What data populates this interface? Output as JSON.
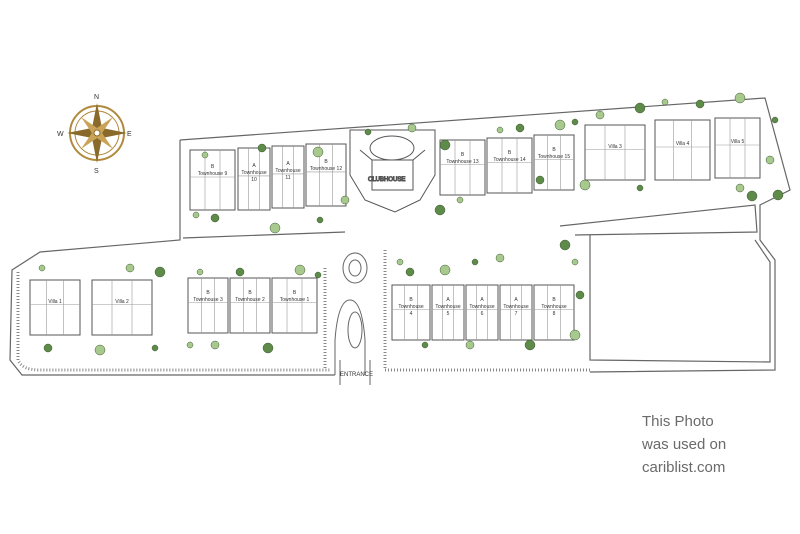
{
  "compass": {
    "n": "N",
    "s": "S",
    "e": "E",
    "w": "W"
  },
  "labels": {
    "clubhouse": "CLUBHOUSE",
    "entrance": "ENTRANCE"
  },
  "units": [
    {
      "id": "th9",
      "type": "B",
      "name": "Townhouse 9"
    },
    {
      "id": "th10",
      "type": "A",
      "name": "Townhouse",
      "num": "10"
    },
    {
      "id": "th11",
      "type": "A",
      "name": "Townhouse",
      "num": "11"
    },
    {
      "id": "th12",
      "type": "B",
      "name": "Townhouse 12"
    },
    {
      "id": "th13",
      "type": "B",
      "name": "Townhouse 13"
    },
    {
      "id": "th14",
      "type": "B",
      "name": "Townhouse 14"
    },
    {
      "id": "th15",
      "type": "B",
      "name": "Townhouse 15"
    },
    {
      "id": "v1",
      "name": "Villa 1"
    },
    {
      "id": "v2",
      "name": "Villa 2"
    },
    {
      "id": "v3",
      "name": "Villa 3"
    },
    {
      "id": "v4",
      "name": "Villa 4"
    },
    {
      "id": "v5",
      "name": "Villa 5"
    },
    {
      "id": "th3",
      "type": "B",
      "name": "Townhouse 3"
    },
    {
      "id": "th2",
      "type": "B",
      "name": "Townhouse 2"
    },
    {
      "id": "th1",
      "type": "B",
      "name": "Townhouse 1"
    },
    {
      "id": "th4",
      "type": "B",
      "name": "Townhouse",
      "num": "4"
    },
    {
      "id": "th5",
      "type": "A",
      "name": "Townhouse",
      "num": "5"
    },
    {
      "id": "th6",
      "type": "A",
      "name": "Townhouse",
      "num": "6"
    },
    {
      "id": "th7",
      "type": "A",
      "name": "Townhouse",
      "num": "7"
    },
    {
      "id": "th8",
      "type": "B",
      "name": "Townhouse",
      "num": "8"
    }
  ],
  "credit": {
    "line1": "This Photo",
    "line2": "was used on",
    "line3": "cariblist.com"
  },
  "colors": {
    "line": "#555555",
    "tree": "#5e8a4a",
    "tree_light": "#a8c98e",
    "compass": "#b08a3c"
  }
}
